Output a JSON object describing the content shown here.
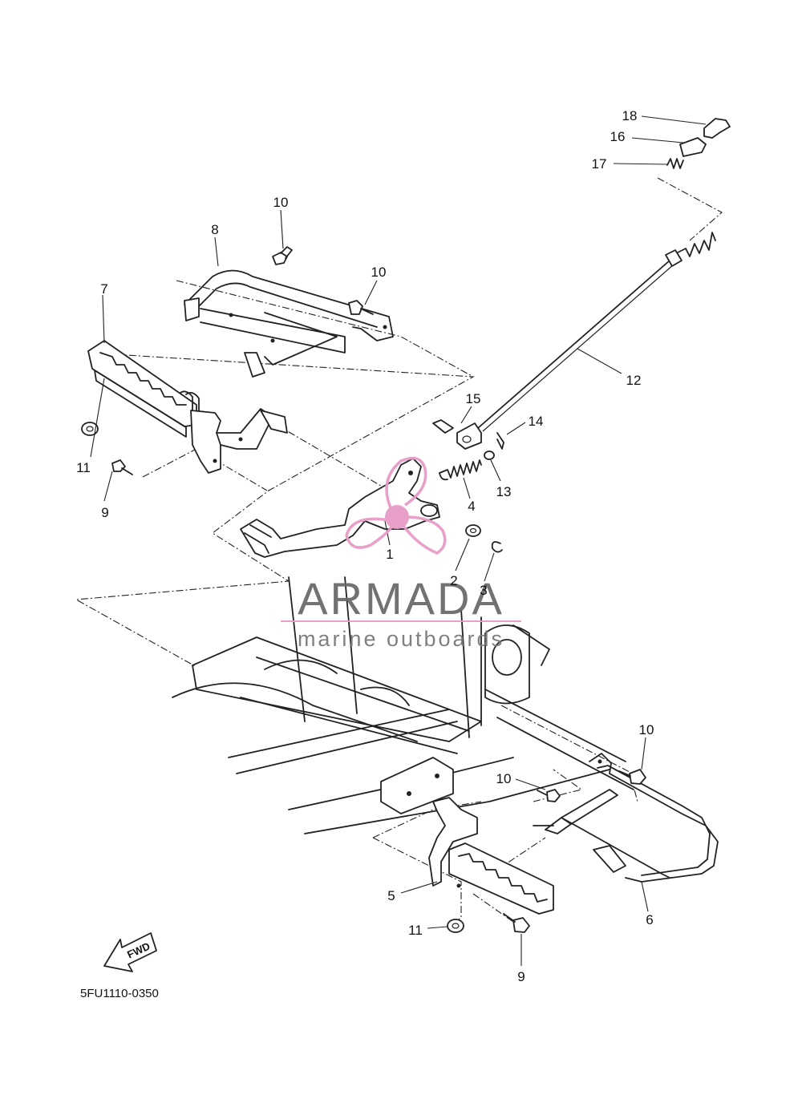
{
  "diagram_code": "5FU1110-0350",
  "watermark": {
    "brand": "ARMADA",
    "tagline": "marine outboards",
    "accent_color": "#e79ac6",
    "text_color": "#6b6b6b"
  },
  "fwd_arrow_label": "FWD",
  "callouts": [
    "1",
    "2",
    "3",
    "4",
    "5",
    "6",
    "7",
    "8",
    "9",
    "9",
    "10",
    "10",
    "10",
    "10",
    "11",
    "11",
    "12",
    "13",
    "14",
    "15",
    "16",
    "17",
    "18"
  ]
}
